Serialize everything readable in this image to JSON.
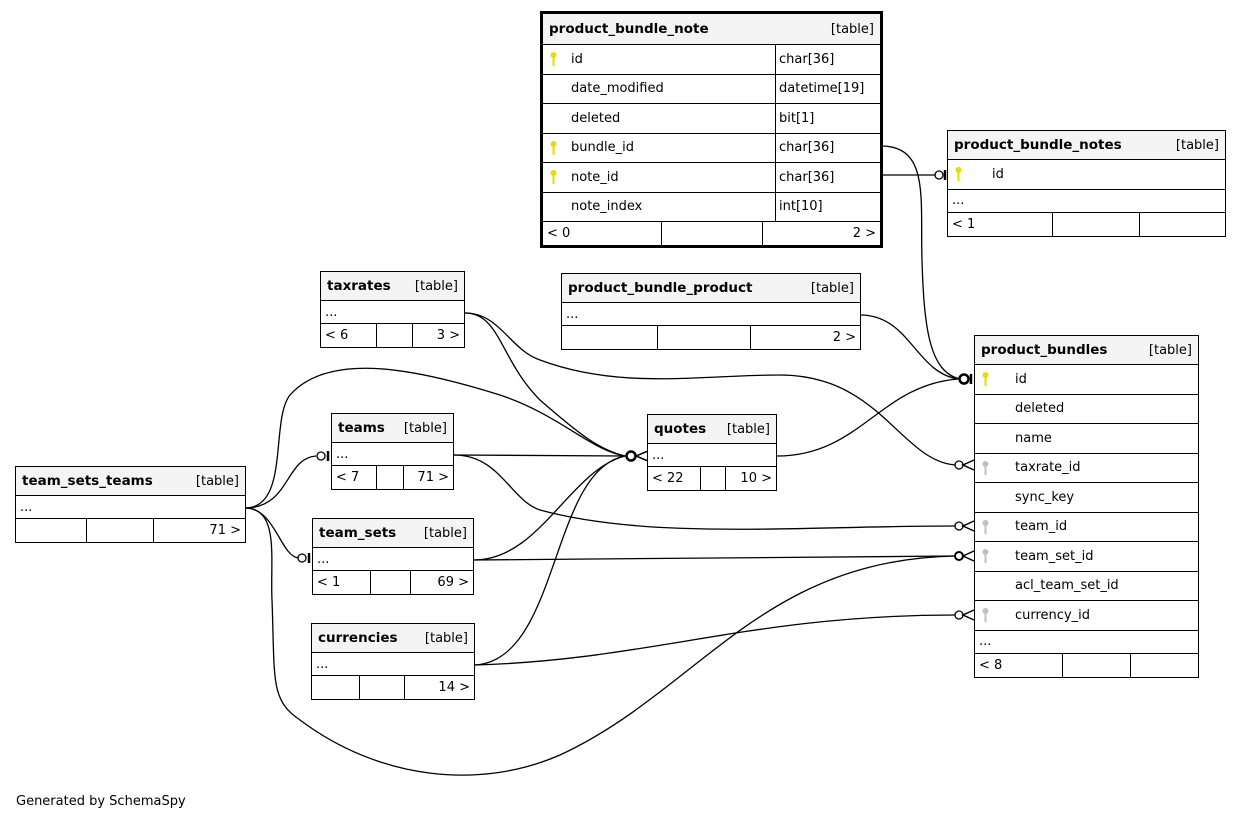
{
  "footer_text": "Generated by SchemaSpy",
  "colors": {
    "primary_key": "#e6dc00",
    "foreign_key": "#c0c0c0",
    "header_bg": "#f4f4f4",
    "line": "#000000"
  },
  "tables": {
    "product_bundle_note": {
      "name": "product_bundle_note",
      "kind": "[table]",
      "columns": [
        {
          "name": "id",
          "type": "char[36]",
          "key": "primary-key"
        },
        {
          "name": "date_modified",
          "type": "datetime[19]",
          "key": ""
        },
        {
          "name": "deleted",
          "type": "bit[1]",
          "key": ""
        },
        {
          "name": "bundle_id",
          "type": "char[36]",
          "key": "primary-key"
        },
        {
          "name": "note_id",
          "type": "char[36]",
          "key": "primary-key"
        },
        {
          "name": "note_index",
          "type": "int[10]",
          "key": ""
        }
      ],
      "parents": "< 0",
      "children": "2 >"
    },
    "product_bundle_notes": {
      "name": "product_bundle_notes",
      "kind": "[table]",
      "columns": [
        {
          "name": "id",
          "key": "primary-key"
        }
      ],
      "more": "...",
      "parents": "< 1",
      "children": ""
    },
    "taxrates": {
      "name": "taxrates",
      "kind": "[table]",
      "more": "...",
      "parents": "< 6",
      "children": "3 >"
    },
    "product_bundle_product": {
      "name": "product_bundle_product",
      "kind": "[table]",
      "more": "...",
      "parents": "",
      "children": "2 >"
    },
    "teams": {
      "name": "teams",
      "kind": "[table]",
      "more": "...",
      "parents": "< 7",
      "children": "71 >"
    },
    "quotes": {
      "name": "quotes",
      "kind": "[table]",
      "more": "...",
      "parents": "< 22",
      "children": "10 >"
    },
    "team_sets_teams": {
      "name": "team_sets_teams",
      "kind": "[table]",
      "more": "...",
      "parents": "",
      "children": "71 >"
    },
    "team_sets": {
      "name": "team_sets",
      "kind": "[table]",
      "more": "...",
      "parents": "< 1",
      "children": "69 >"
    },
    "currencies": {
      "name": "currencies",
      "kind": "[table]",
      "more": "...",
      "parents": "",
      "children": "14 >"
    },
    "product_bundles": {
      "name": "product_bundles",
      "kind": "[table]",
      "columns": [
        {
          "name": "id",
          "key": "primary-key"
        },
        {
          "name": "deleted",
          "key": ""
        },
        {
          "name": "name",
          "key": ""
        },
        {
          "name": "taxrate_id",
          "key": "foreign-key"
        },
        {
          "name": "sync_key",
          "key": ""
        },
        {
          "name": "team_id",
          "key": "foreign-key"
        },
        {
          "name": "team_set_id",
          "key": "foreign-key"
        },
        {
          "name": "acl_team_set_id",
          "key": ""
        },
        {
          "name": "currency_id",
          "key": "foreign-key"
        }
      ],
      "more": "...",
      "parents": "< 8",
      "children": ""
    }
  },
  "relationships": [
    {
      "from": "product_bundle_note.bundle_id",
      "to": "product_bundles.id"
    },
    {
      "from": "product_bundle_note.note_id",
      "to": "product_bundle_notes.id"
    },
    {
      "from": "product_bundle_product",
      "to": "product_bundles.id"
    },
    {
      "from": "quotes",
      "to": "product_bundles.id"
    },
    {
      "from": "taxrates",
      "to": "product_bundles.taxrate_id"
    },
    {
      "from": "taxrates",
      "to": "quotes"
    },
    {
      "from": "teams",
      "to": "quotes"
    },
    {
      "from": "teams",
      "to": "product_bundles.team_id"
    },
    {
      "from": "team_sets",
      "to": "quotes"
    },
    {
      "from": "team_sets",
      "to": "product_bundles.team_set_id"
    },
    {
      "from": "currencies",
      "to": "quotes"
    },
    {
      "from": "currencies",
      "to": "product_bundles.currency_id"
    },
    {
      "from": "team_sets_teams",
      "to": "teams"
    },
    {
      "from": "team_sets_teams",
      "to": "team_sets"
    },
    {
      "from": "team_sets_teams",
      "to": "quotes"
    },
    {
      "from": "team_sets_teams",
      "to": "product_bundles.team_set_id"
    }
  ]
}
